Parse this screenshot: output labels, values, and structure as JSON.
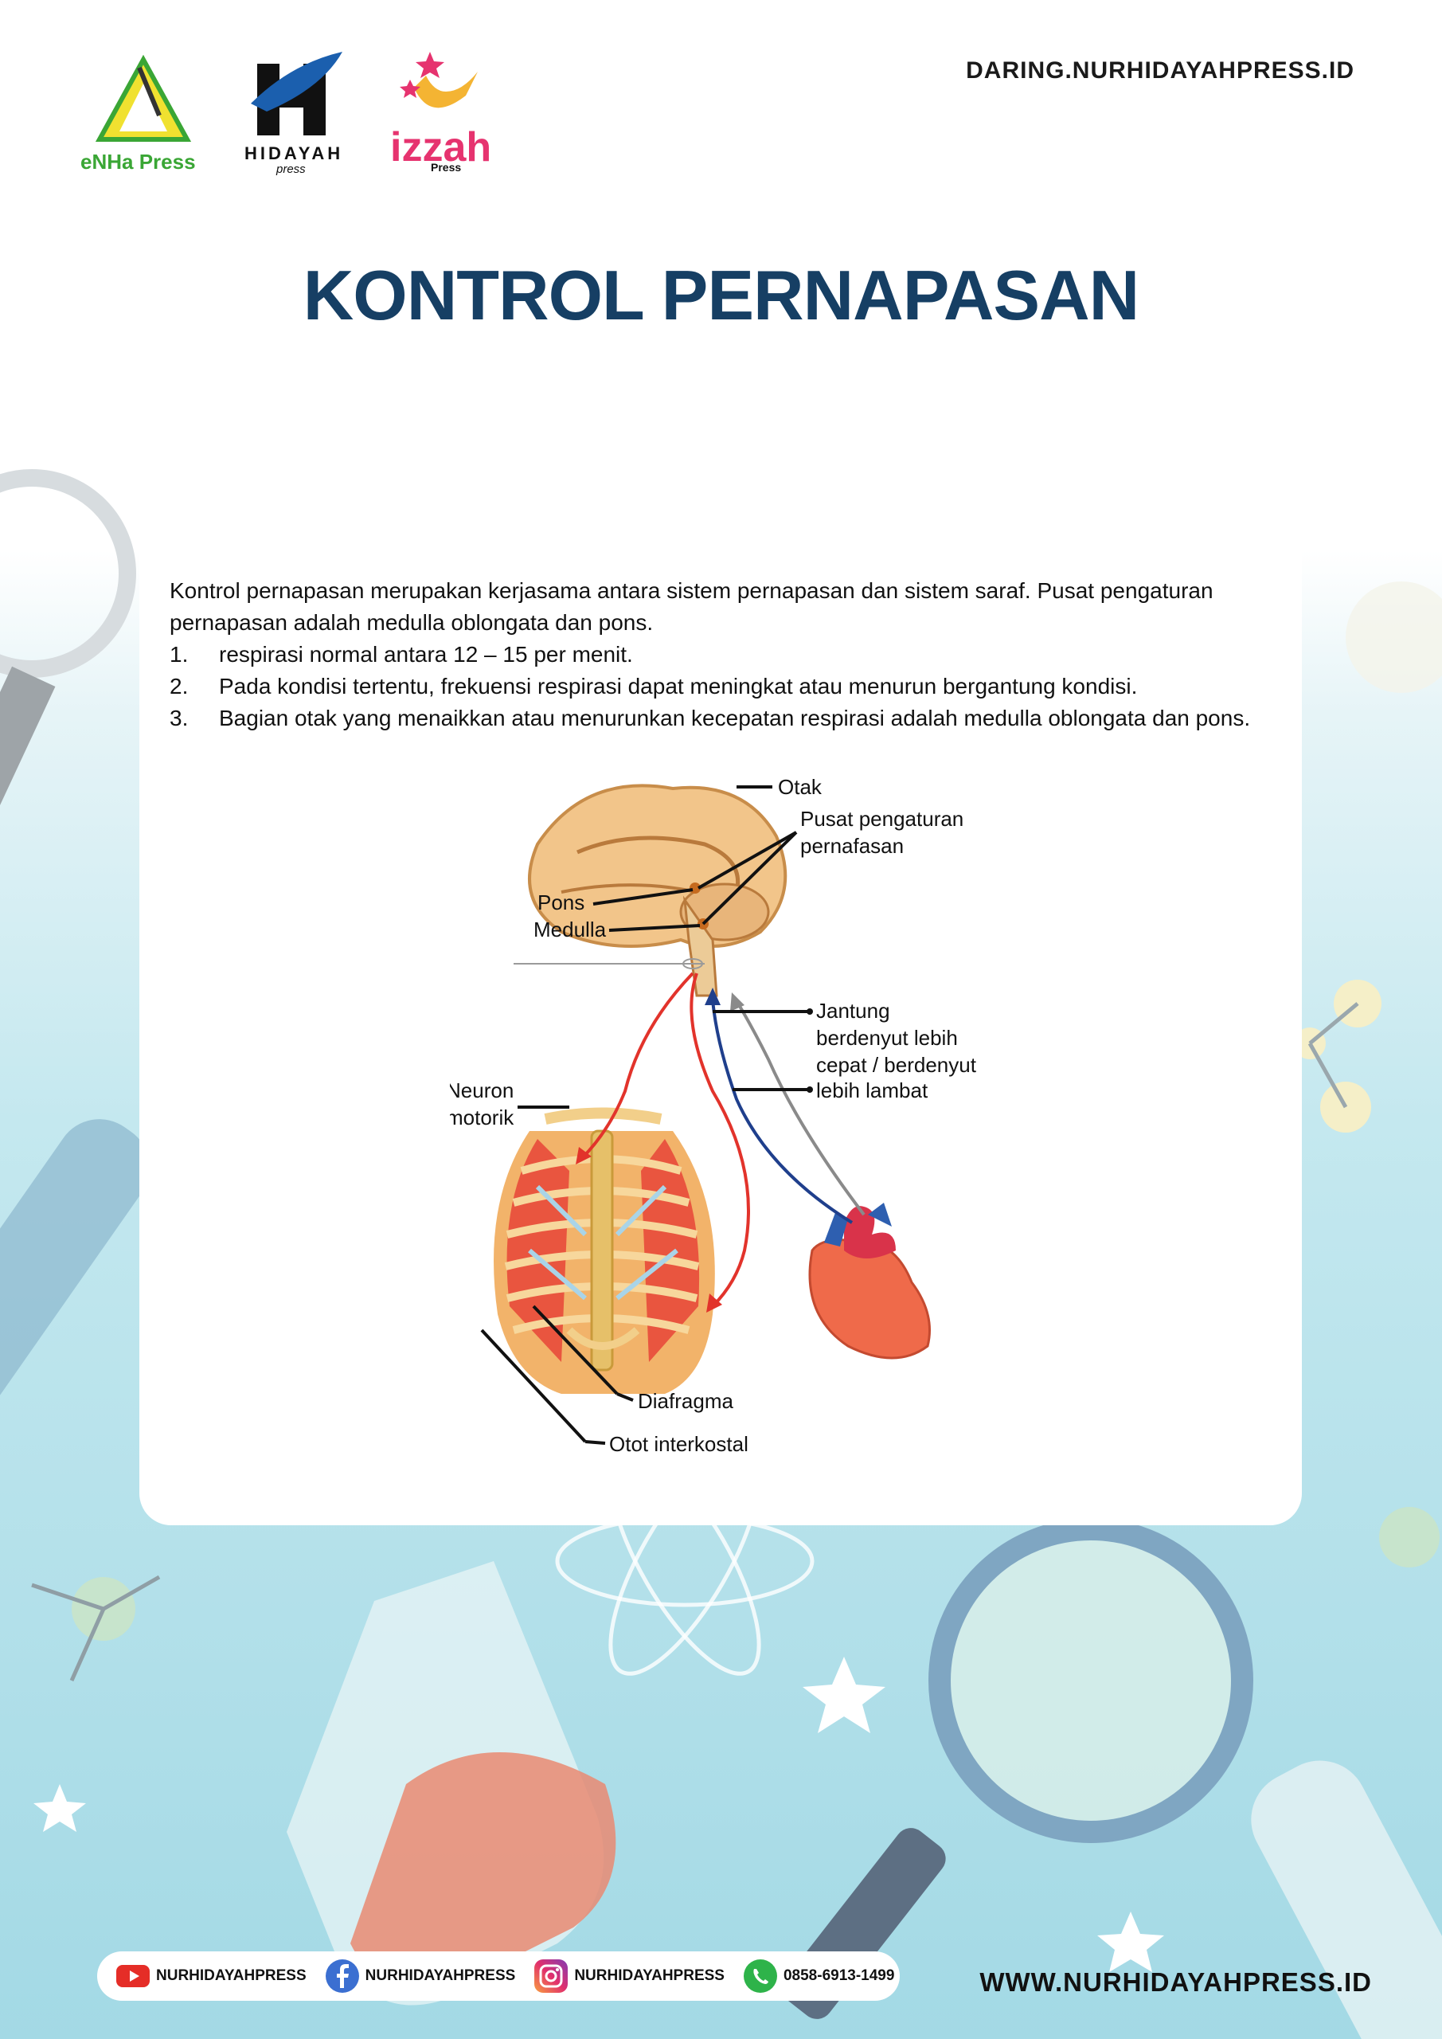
{
  "header": {
    "site": "DARING.NURHIDAYAHPRESS.ID",
    "logos": [
      {
        "name": "eNHa Press"
      },
      {
        "name": "HIDAYAH",
        "sub": "press"
      },
      {
        "name": "izzah",
        "sub": "Press"
      }
    ]
  },
  "title": "KONTROL PERNAPASAN",
  "body": {
    "intro": "Kontrol pernapasan merupakan kerjasama antara sistem pernapasan dan sistem saraf. Pusat pengaturan pernapasan adalah medulla oblongata dan pons.",
    "items": [
      {
        "num": "1.",
        "text": "respirasi normal antara 12 – 15 per menit."
      },
      {
        "num": "2.",
        "text": "Pada kondisi tertentu, frekuensi respirasi dapat meningkat atau menurun bergantung kondisi."
      },
      {
        "num": "3.",
        "text": "Bagian otak yang menaikkan atau menurunkan kecepatan respirasi adalah medulla oblongata dan pons."
      }
    ]
  },
  "diagram": {
    "labels": {
      "otak": "Otak",
      "pusat_line1": "Pusat pengaturan",
      "pusat_line2": "pernafasan",
      "pons": "Pons",
      "medulla": "Medulla",
      "jantung_line1": "Jantung",
      "jantung_line2": "berdenyut lebih",
      "jantung_line3": "cepat / berdenyut",
      "jantung_line4": "lebih lambat",
      "neuron_line1": "Neuron",
      "neuron_line2": "motorik",
      "diafragma": "Diafragma",
      "otot": "Otot interkostal"
    }
  },
  "footer": {
    "socials": [
      {
        "icon": "youtube-icon",
        "label": "NURHIDAYAHPRESS"
      },
      {
        "icon": "facebook-icon",
        "label": "NURHIDAYAHPRESS"
      },
      {
        "icon": "instagram-icon",
        "label": "NURHIDAYAHPRESS"
      },
      {
        "icon": "whatsapp-icon",
        "label": "0858-6913-1499"
      }
    ],
    "site": "WWW.NURHIDAYAHPRESS.ID"
  },
  "colors": {
    "title": "#163f64",
    "background_top": "#ffffff",
    "background_bottom": "#a9dde8"
  }
}
